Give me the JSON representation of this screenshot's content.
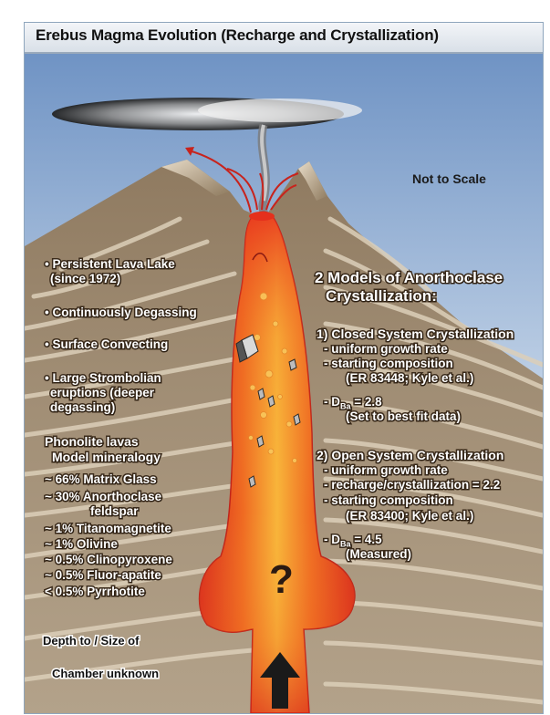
{
  "title": "Erebus Magma Evolution (Recharge and Crystallization)",
  "scale_note": "Not to Scale",
  "lava_lake_notes": [
    "• Persistent Lava Lake",
    "  (since 1972)",
    "• Continuously Degassing",
    "• Surface Convecting",
    "• Large Strombolian",
    "  eruptions (deeper",
    "  degassing)"
  ],
  "mineralogy": {
    "heading_1": "Phonolite lavas",
    "heading_2": "Model mineralogy",
    "items": [
      "~ 66% Matrix Glass",
      "~ 30% Anorthoclase",
      "       feldspar",
      "~ 1% Titanomagnetite",
      "~ 1% Olivine",
      "~ 0.5% Clinopyroxene",
      "~ 0.5% Fluor-apatite",
      "< 0.5% Pyrrhotite"
    ]
  },
  "models": {
    "heading_1": "2 Models of Anorthoclase",
    "heading_2": "Crystallization:",
    "model_1": [
      "1) Closed System Crystallization",
      "  - uniform growth rate",
      "  - starting composition",
      "      (ER 83448; Kyle et al.)",
      "  - D",
      "      (Set to best fit data)"
    ],
    "model_1_dba": {
      "sub": "Ba",
      "rest": " = 2.8"
    },
    "model_2": [
      "2) Open System Crystallization",
      "  - uniform growth rate",
      "  - recharge/crystallization = 2.2",
      "  - starting composition",
      "      (ER 83400; Kyle et al.)",
      "  - D",
      "      (Measured)"
    ],
    "model_2_dba": {
      "sub": "Ba",
      "rest": " = 4.5"
    }
  },
  "chamber_question": "?",
  "chamber_note_1": "Depth to / Size of",
  "chamber_note_2": "Chamber unknown",
  "colors": {
    "sky_top": "#6f93c4",
    "sky_bottom": "#e9eff6",
    "rock": "#9c8a72",
    "rock_stripe": "#d8ccb8",
    "magma_core": "#f7b33a",
    "magma_edge": "#d8261c"
  }
}
